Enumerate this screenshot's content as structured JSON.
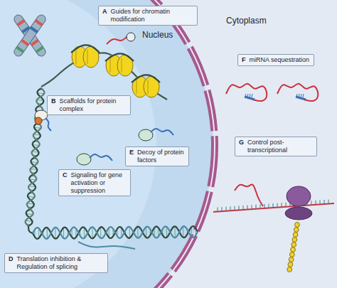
{
  "diagram": {
    "nodes": [
      {
        "text": [
          "A",
          "Guides for chromatin modification"
        ]
      },
      {
        "text": [
          "B",
          "Scaffolds for protein complex"
        ]
      },
      {
        "text": [
          "C",
          "Signaling for gene activation or suppression"
        ]
      },
      {
        "text": [
          "D",
          "Translation inhibition & Regulation of splicing"
        ]
      },
      {
        "text": [
          "E",
          "Decoy of protein factors"
        ]
      },
      {
        "text": [
          "F",
          "miRNA sequestration"
        ]
      },
      {
        "text": [
          "G",
          "Control post-transcriptional"
        ]
      }
    ],
    "labels": [
      "Nucleus",
      "Cytoplasm"
    ]
  }
}
